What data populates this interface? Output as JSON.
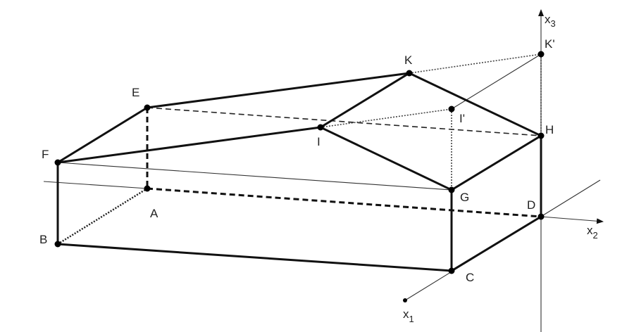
{
  "diagram": {
    "points": {
      "A": "A",
      "B": "B",
      "C": "C",
      "D": "D",
      "E": "E",
      "F": "F",
      "G": "G",
      "H": "H",
      "I": "I",
      "K": "K",
      "I_prime": "I'",
      "K_prime": "K'"
    },
    "axes": {
      "x1": {
        "base": "x",
        "sub": "1"
      },
      "x2": {
        "base": "x",
        "sub": "2"
      },
      "x3": {
        "base": "x",
        "sub": "3"
      }
    }
  }
}
